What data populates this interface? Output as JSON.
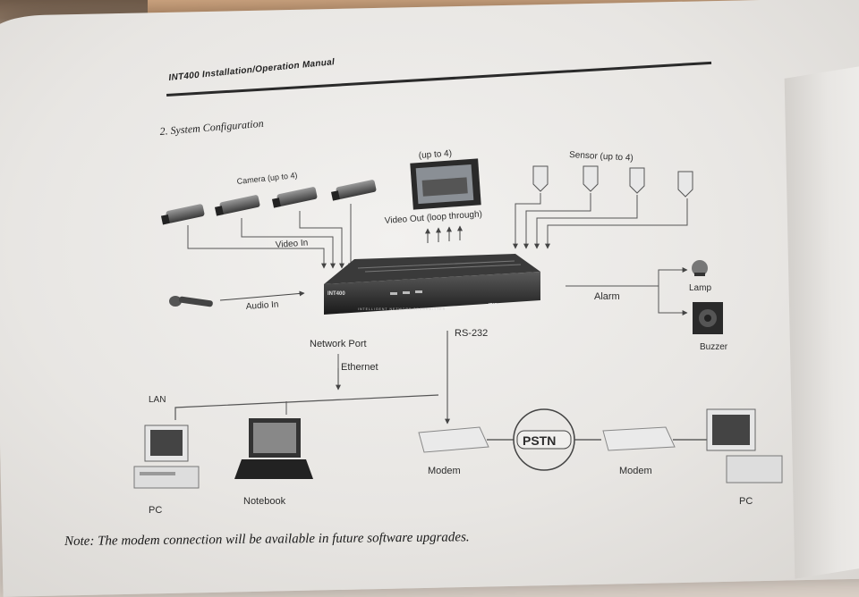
{
  "header": {
    "manual_title": "INT400 Installation/Operation Manual",
    "section": "2. System Configuration"
  },
  "diagram": {
    "camera_label": "Camera (up to 4)",
    "monitor_label": "(up to 4)",
    "sensor_label": "Sensor (up to 4)",
    "video_in": "Video In",
    "video_out": "Video Out (loop through)",
    "audio_in": "Audio In",
    "alarm": "Alarm",
    "lamp": "Lamp",
    "buzzer": "Buzzer",
    "network_port": "Network Port",
    "ethernet": "Ethernet",
    "rs232": "RS-232",
    "lan": "LAN",
    "pc_left": "PC",
    "notebook": "Notebook",
    "modem_left": "Modem",
    "pstn": "PSTN",
    "modem_right": "Modem",
    "pc_right": "PC",
    "device_brand": "INT400",
    "device_maker": "IDIS",
    "device_caption": "INTELLIGENT NETWORK TRANSMITTER"
  },
  "note": "Note: The modem connection will be available in future software upgrades."
}
